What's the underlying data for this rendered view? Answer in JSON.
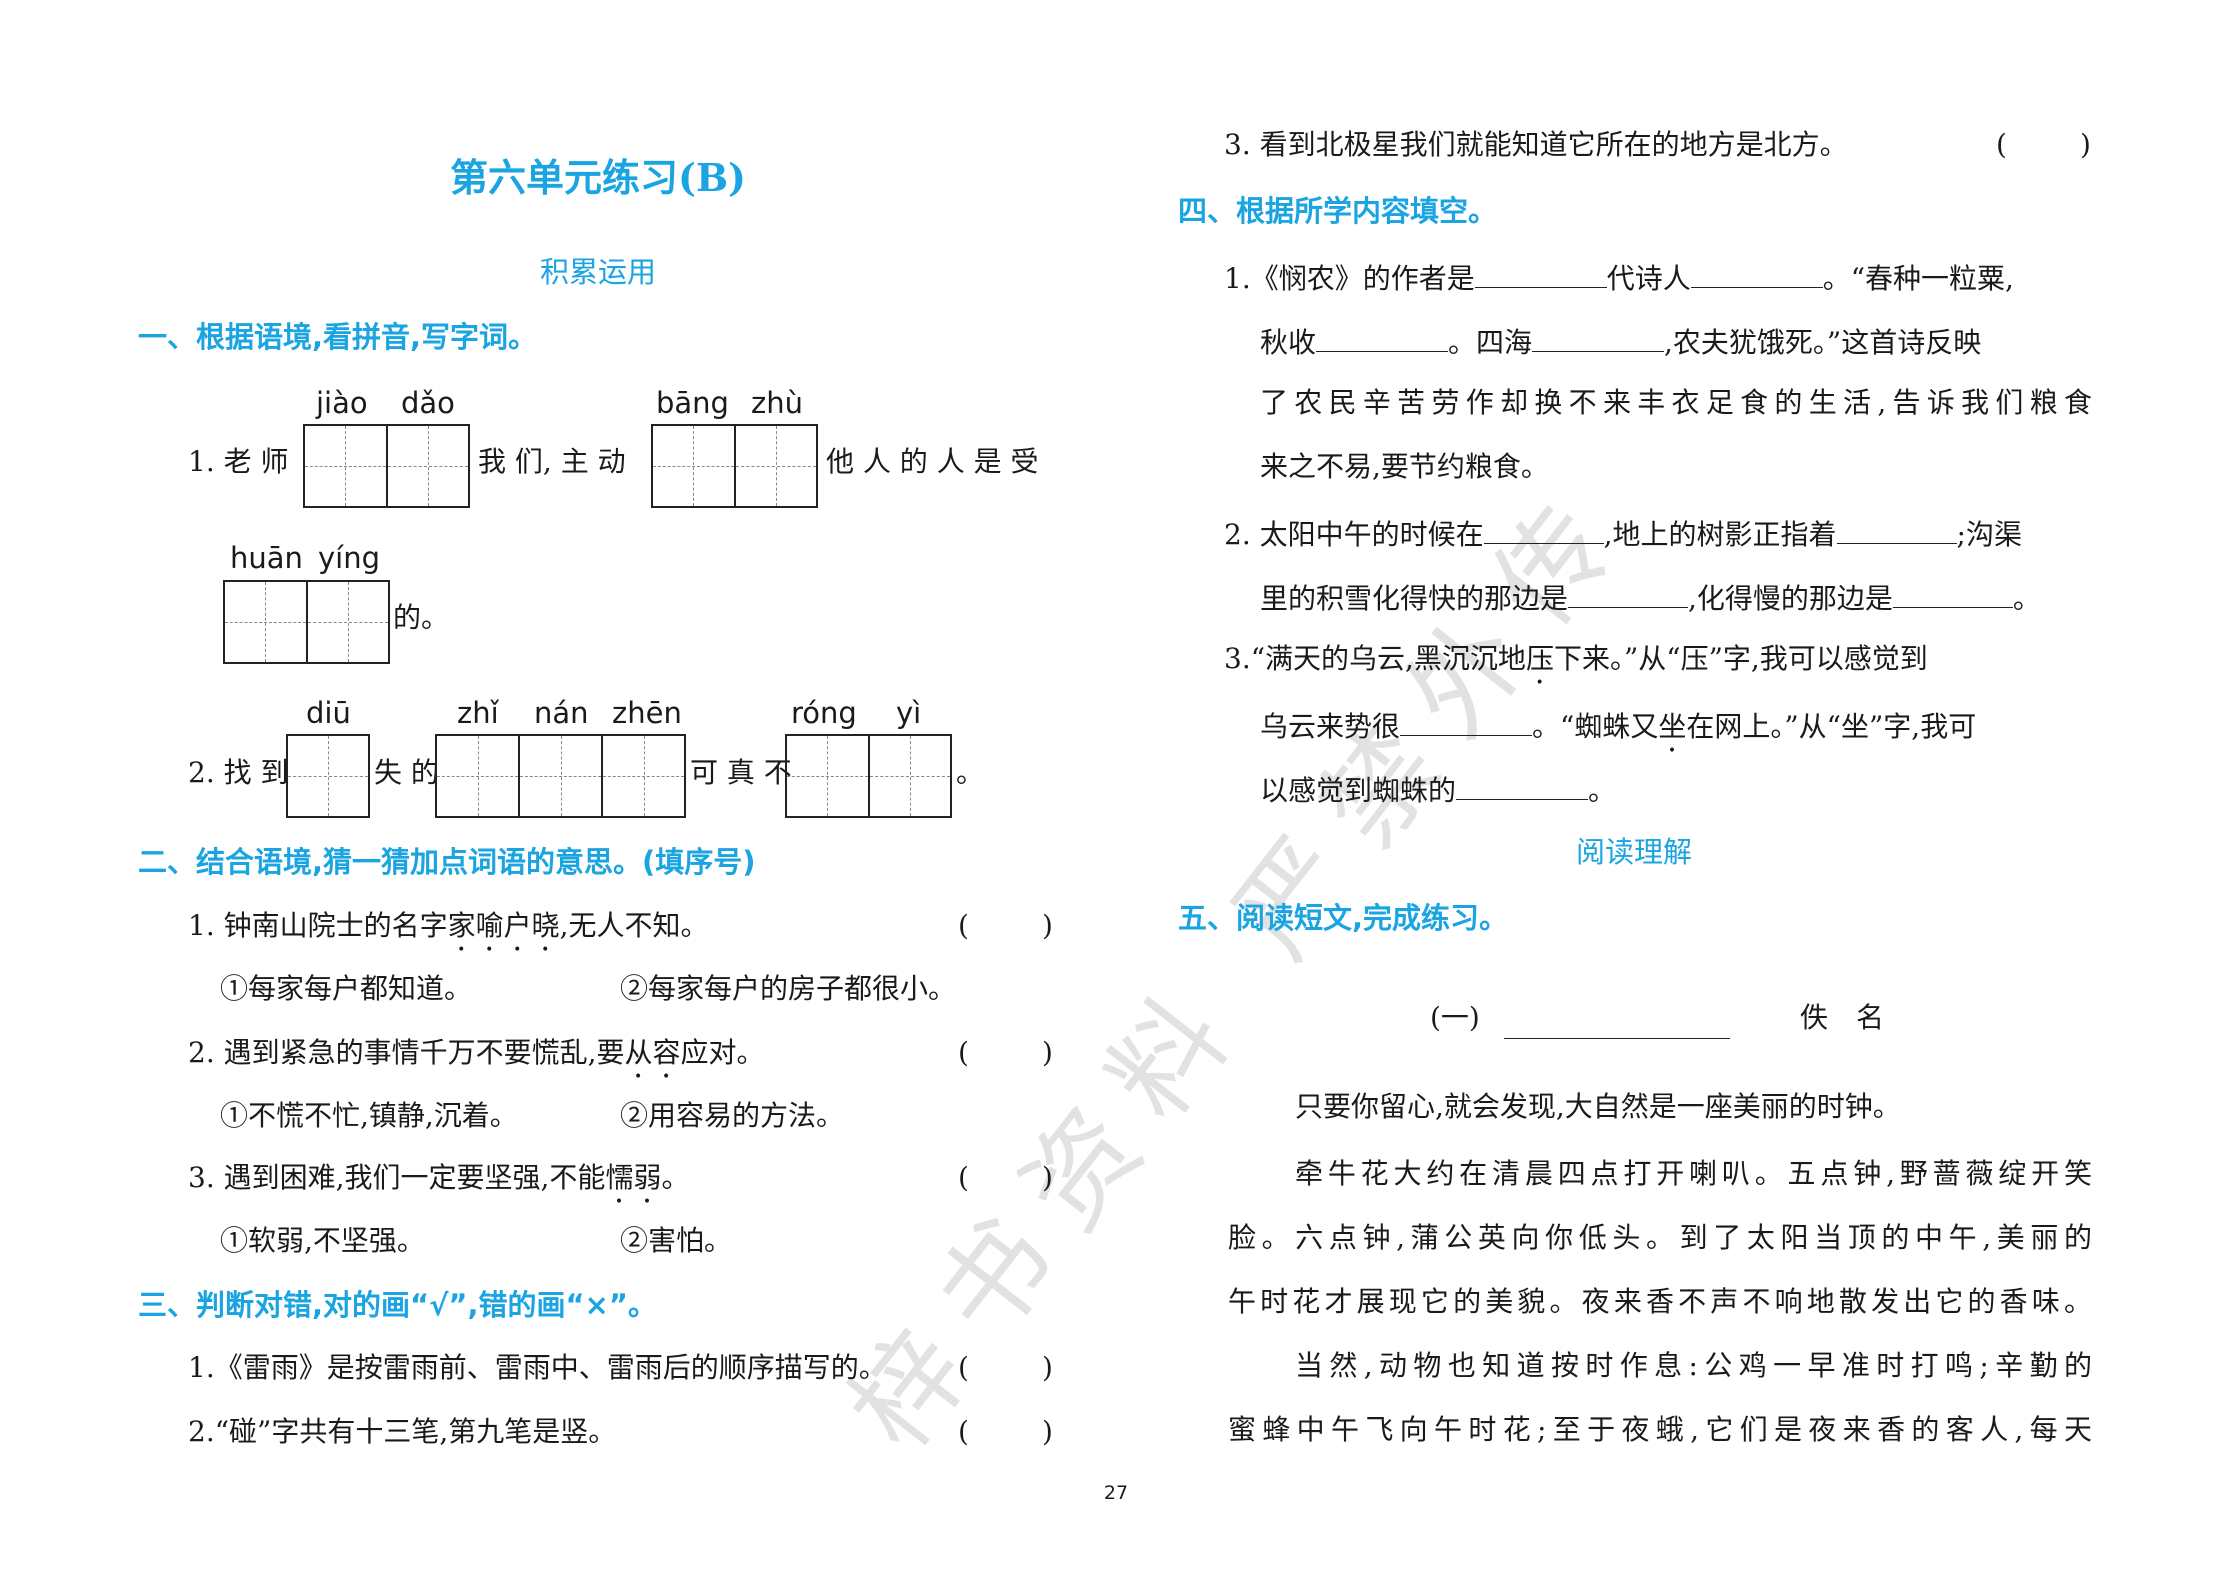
{
  "left": {
    "title": "第六单元练习(B)",
    "section_accumulate": "积累运用",
    "q1": {
      "heading": "一、根据语境,看拼音,写字词。",
      "item1": {
        "pinyin": [
          "jiào",
          "dǎo",
          "bāng",
          "zhù",
          "huān",
          "yíng"
        ],
        "p1": "1. 老 师",
        "p2": "我 们, 主 动",
        "p3": "他 人 的 人 是 受",
        "p4": "的。"
      },
      "item2": {
        "pinyin": [
          "diū",
          "zhǐ",
          "nán",
          "zhēn",
          "róng",
          "yì"
        ],
        "p1": "2. 找 到",
        "p2": "失 的",
        "p3": "可 真 不",
        "p4": "。"
      }
    },
    "q2": {
      "heading": "二、结合语境,猜一猜加点词语的意思。(填序号)",
      "items": [
        {
          "a": "1. 钟南山院士的名字",
          "dot": "家喻户晓",
          "b": ",无人不知。",
          "opt1": "①每家每户都知道。",
          "opt2": "②每家每户的房子都很小。"
        },
        {
          "a": "2. 遇到紧急的事情千万不要慌乱,要",
          "dot": "从容",
          "b": "应对。",
          "opt1": "①不慌不忙,镇静,沉着。",
          "opt2": "②用容易的方法。"
        },
        {
          "a": "3. 遇到困难,我们一定要坚强,不能",
          "dot": "懦弱",
          "b": "。",
          "opt1": "①软弱,不坚强。",
          "opt2": "②害怕。"
        }
      ]
    },
    "q3": {
      "heading": "三、判断对错,对的画“√”,错的画“×”。",
      "items": [
        "1.《雷雨》是按雷雨前、雷雨中、雷雨后的顺序描写的。",
        "2.“碰”字共有十三笔,第九笔是竖。"
      ]
    },
    "paren_open": "(",
    "paren_close": ")"
  },
  "right": {
    "q3_item3": "3. 看到北极星我们就能知道它所在的地方是北方。",
    "q4": {
      "heading": "四、根据所学内容填空。",
      "i1": {
        "a": "1.《悯农》的作者是",
        "b": "代诗人",
        "c": "。“春种一粒粟,",
        "d": "秋收",
        "e": "。四海",
        "f": ",农夫犹饿死。”这首诗反映",
        "g": "了农民辛苦劳作却换不来丰衣足食的生活,告诉我们粮食",
        "h": "来之不易,要节约粮食。"
      },
      "i2": {
        "a": "2. 太阳中午的时候在",
        "b": ",地上的树影正指着",
        "c": ";沟渠",
        "d": "里的积雪化得快的那边是",
        "e": ",化得慢的那边是",
        "f": "。"
      },
      "i3": {
        "a": "3.“满天的乌云,黑沉沉地",
        "dot1": "压",
        "b": "下来。”从“压”字,我可以感觉到",
        "c": "乌云来势很",
        "d": "。“蜘蛛又",
        "dot2": "坐",
        "e": "在网上。”从“坐”字,我可",
        "f": "以感觉到蜘蛛的",
        "g": "。"
      }
    },
    "section_reading": "阅读理解",
    "q5": {
      "heading": "五、阅读短文,完成练习。",
      "passage_no": "(一)",
      "author": "佚　名",
      "lines": [
        "只要你留心,就会发现,大自然是一座美丽的时钟。",
        "牵牛花大约在清晨四点打开喇叭。五点钟,野蔷薇绽开笑",
        "脸。六点钟,蒲公英向你低头。到了太阳当顶的中午,美丽的",
        "午时花才展现它的美貌。夜来香不声不响地散发出它的香味。",
        "当然,动物也知道按时作息:公鸡一早准时打鸣;辛勤的",
        "蜜蜂中午飞向午时花;至于夜蛾,它们是夜来香的客人,每天"
      ]
    }
  },
  "page_number": "27",
  "watermark": "梓书资料 严禁外传",
  "colors": {
    "accent": "#1ba4e2",
    "text": "#1a1a1a"
  }
}
